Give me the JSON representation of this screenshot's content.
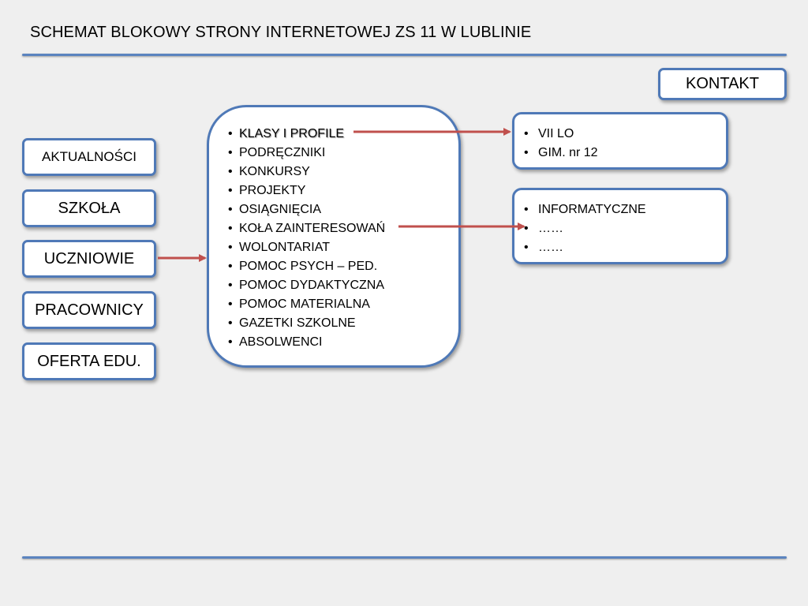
{
  "title": "SCHEMAT BLOKOWY STRONY INTERNETOWEJ  ZS 11 W LUBLINIE",
  "nav": [
    "AKTUALNOŚCI",
    "SZKOŁA",
    "UCZNIOWIE",
    "PRACOWNICY",
    "OFERTA EDU."
  ],
  "contact": "KONTAKT",
  "main_items": [
    "KLASY I PROFILE",
    "PODRĘCZNIKI",
    "KONKURSY",
    "PROJEKTY",
    "OSIĄGNIĘCIA",
    "KOŁA ZAINTERESOWAŃ",
    "WOLONTARIAT",
    "POMOC  PSYCH – PED.",
    "POMOC DYDAKTYCZNA",
    "POMOC MATERIALNA",
    "GAZETKI SZKOLNE",
    "ABSOLWENCI"
  ],
  "classes_box": [
    "VII LO",
    "GIM. nr 12"
  ],
  "clubs_box": [
    "INFORMATYCZNE",
    "……",
    "……"
  ],
  "bullet": "•",
  "colors": {
    "box_border": "#4f79b7",
    "rule": "#5b84bf",
    "arrow": "#c0504d",
    "background": "#efefef"
  }
}
